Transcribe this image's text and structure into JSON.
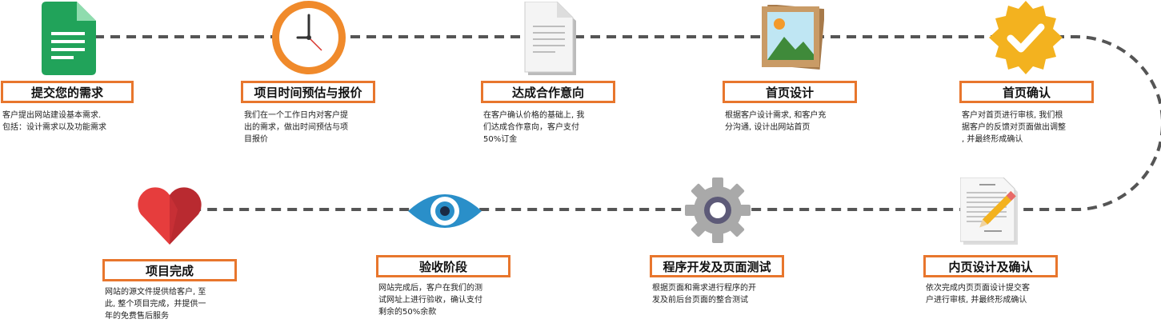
{
  "colors": {
    "accent": "#e8762d",
    "dash": "#555555"
  },
  "steps": [
    {
      "title": "提交您的需求",
      "icon": "document-icon",
      "desc": [
        "客户提出网站建设基本需求.",
        "包括：设计需求以及功能需求"
      ]
    },
    {
      "title": "项目时间预估与报价",
      "icon": "clock-icon",
      "desc": [
        "我们在一个工作日内对客户提",
        "出的需求，做出时间预估与项",
        "目报价"
      ]
    },
    {
      "title": "达成合作意向",
      "icon": "paper-icon",
      "desc": [
        "在客户确认价格的基础上, 我",
        "们达成合作意向，客户支付",
        "50%订金"
      ]
    },
    {
      "title": "首页设计",
      "icon": "picture-icon",
      "desc": [
        "根据客户设计需求, 和客户充",
        "分沟通, 设计出网站首页"
      ]
    },
    {
      "title": "首页确认",
      "icon": "check-badge-icon",
      "desc": [
        "客户对首页进行审核, 我们根",
        "据客户的反馈对页面做出调整",
        ", 并最终形成确认"
      ]
    },
    {
      "title": "内页设计及确认",
      "icon": "document-pencil-icon",
      "desc": [
        "依次完成内页页面设计提交客",
        "户进行审核, 并最终形成确认"
      ]
    },
    {
      "title": "程序开发及页面测试",
      "icon": "gear-icon",
      "desc": [
        "根据页面和需求进行程序的开",
        "发及前后台页面的整合测试"
      ]
    },
    {
      "title": "验收阶段",
      "icon": "eye-icon",
      "desc": [
        "网站完成后，客户在我们的测",
        "试网址上进行验收，确认支付",
        "剩余的50%余款"
      ]
    },
    {
      "title": "项目完成",
      "icon": "heart-icon",
      "desc": [
        "网站的源文件提供给客户, 至",
        "此, 整个项目完成，并提供一",
        "年的免费售后服务"
      ]
    }
  ]
}
